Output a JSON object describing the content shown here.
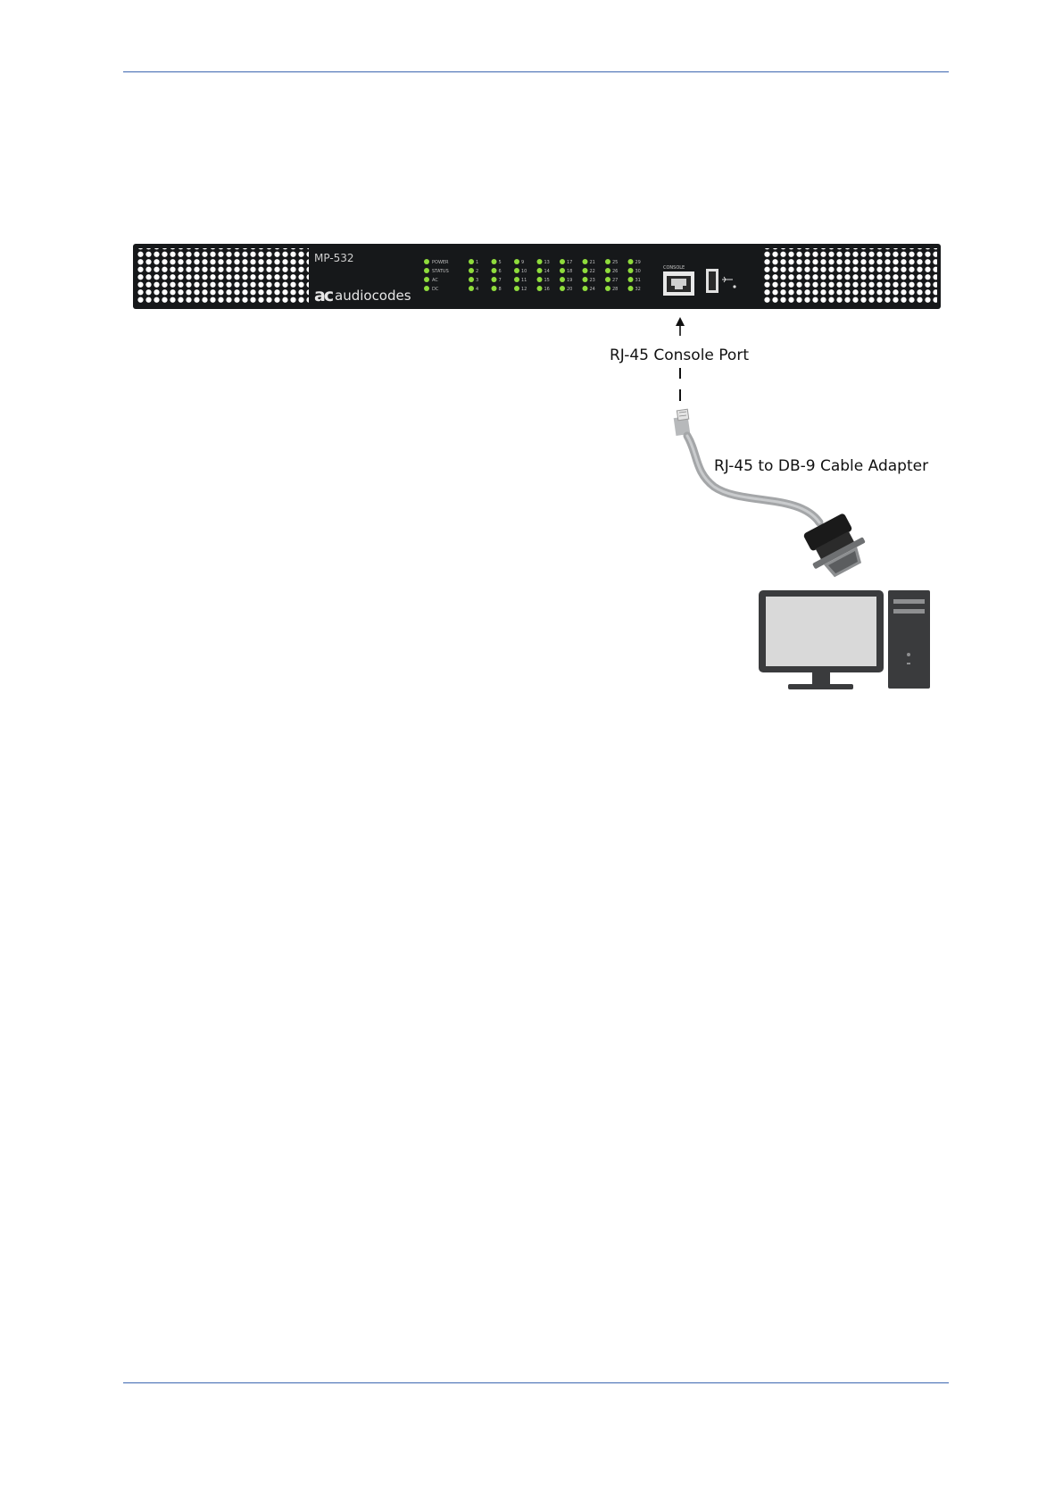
{
  "device": {
    "model": "MP-532",
    "brand_mark": "ac",
    "brand_name": "audiocodes",
    "status_leds": [
      "POWER",
      "STATUS",
      "AC",
      "DC"
    ],
    "port_led_numbers": [
      "1",
      "2",
      "3",
      "4",
      "5",
      "6",
      "7",
      "8",
      "9",
      "10",
      "11",
      "12",
      "13",
      "14",
      "15",
      "16",
      "17",
      "18",
      "19",
      "20",
      "21",
      "22",
      "23",
      "24",
      "25",
      "26",
      "27",
      "28",
      "29",
      "30",
      "31",
      "32"
    ],
    "console_label": "CONSOLE"
  },
  "callouts": {
    "console_port": "RJ-45 Console Port",
    "cable_adapter": "RJ-45 to DB-9 Cable Adapter"
  },
  "colors": {
    "chassis": "#16181a",
    "led": "#8fdc3c",
    "rule": "#3c66b0",
    "cable": "#a4a6a8",
    "pc_body": "#3a3b3d",
    "pc_screen": "#d9d9d9"
  }
}
